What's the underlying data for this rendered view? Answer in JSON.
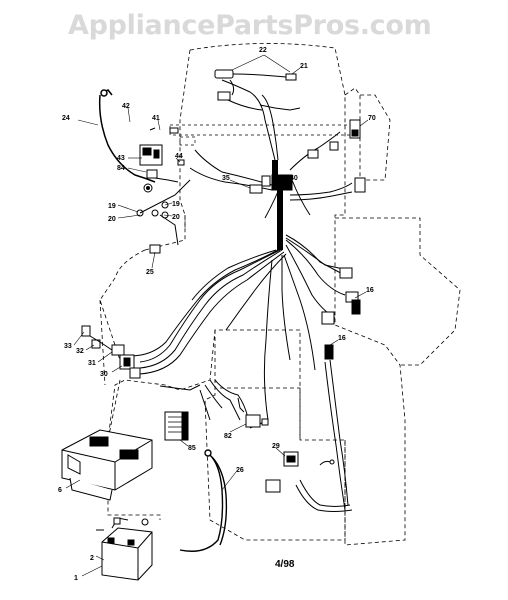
{
  "watermark": "AppliancePartsPros.com",
  "date_code": "4/98",
  "callouts": {
    "c22": "22",
    "c21": "21",
    "c70": "70",
    "c24": "24",
    "c42": "42",
    "c41": "41",
    "c43": "43",
    "c84": "84",
    "c44": "44",
    "c35": "35",
    "c40": "40",
    "c19a": "19",
    "c19b": "19",
    "c20a": "20",
    "c20b": "20",
    "c25": "25",
    "c16a": "16",
    "c16b": "16",
    "c33": "33",
    "c32": "32",
    "c31": "31",
    "c30": "30",
    "c82": "82",
    "c85": "85",
    "c29": "29",
    "c26": "26",
    "c6": "6",
    "c2": "2",
    "c1": "1"
  }
}
